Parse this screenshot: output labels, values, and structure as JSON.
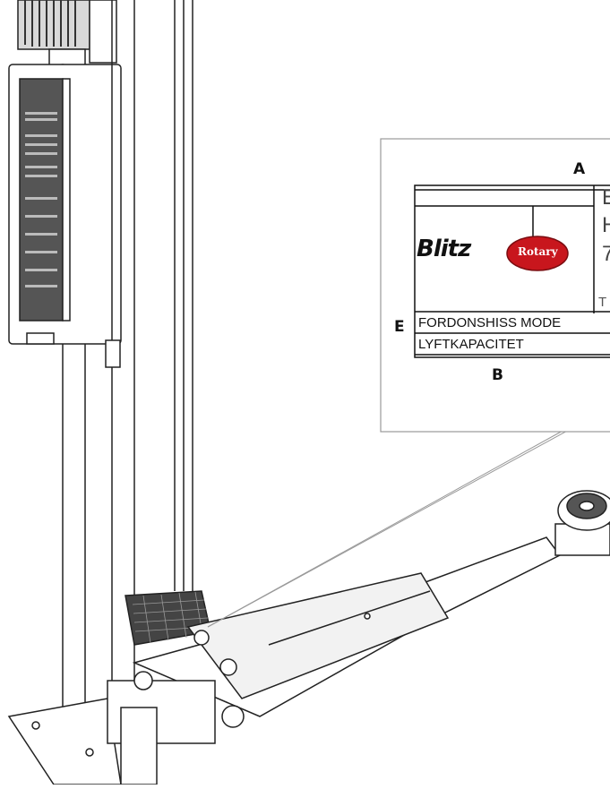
{
  "callouts": {
    "a": "A",
    "b": "B",
    "e": "E"
  },
  "plate": {
    "brand_left": "Blitz",
    "brand_right": "Rotary",
    "model_label": "FORDONSHISS MODE",
    "capacity_label": "LYFTKAPACITET",
    "right_cut_1": "E",
    "right_cut_2": "H",
    "right_cut_3": "7",
    "right_cut_4": "T"
  },
  "colors": {
    "rotary_red": "#c8161d",
    "line": "#222222",
    "frame": "#999999"
  }
}
